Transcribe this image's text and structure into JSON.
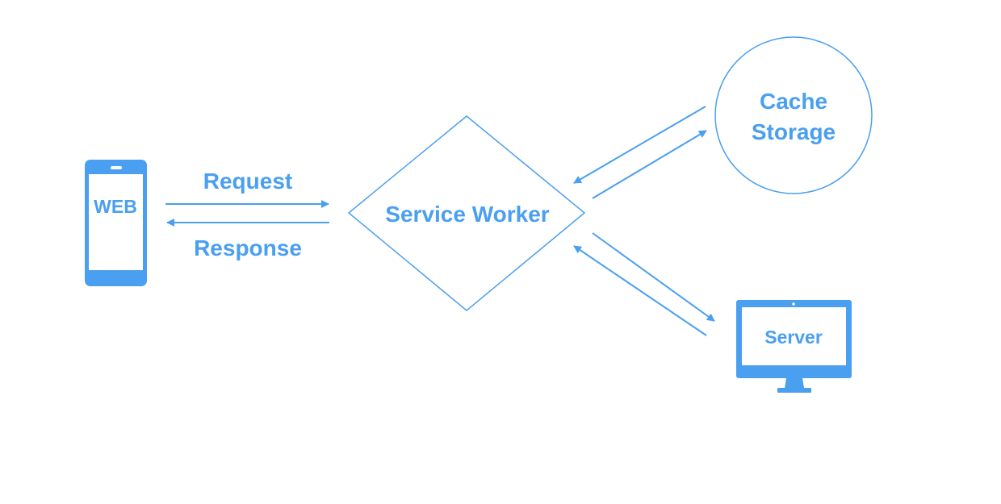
{
  "accent_color": "#4a9ff0",
  "background_color": "#ffffff",
  "client": {
    "icon": "smartphone-icon",
    "label": "WEB"
  },
  "request_arrow": {
    "label": "Request"
  },
  "response_arrow": {
    "label": "Response"
  },
  "service_worker": {
    "label": "Service Worker"
  },
  "cache_storage": {
    "label_line1": "Cache",
    "label_line2": "Storage"
  },
  "server": {
    "icon": "monitor-icon",
    "label": "Server"
  }
}
